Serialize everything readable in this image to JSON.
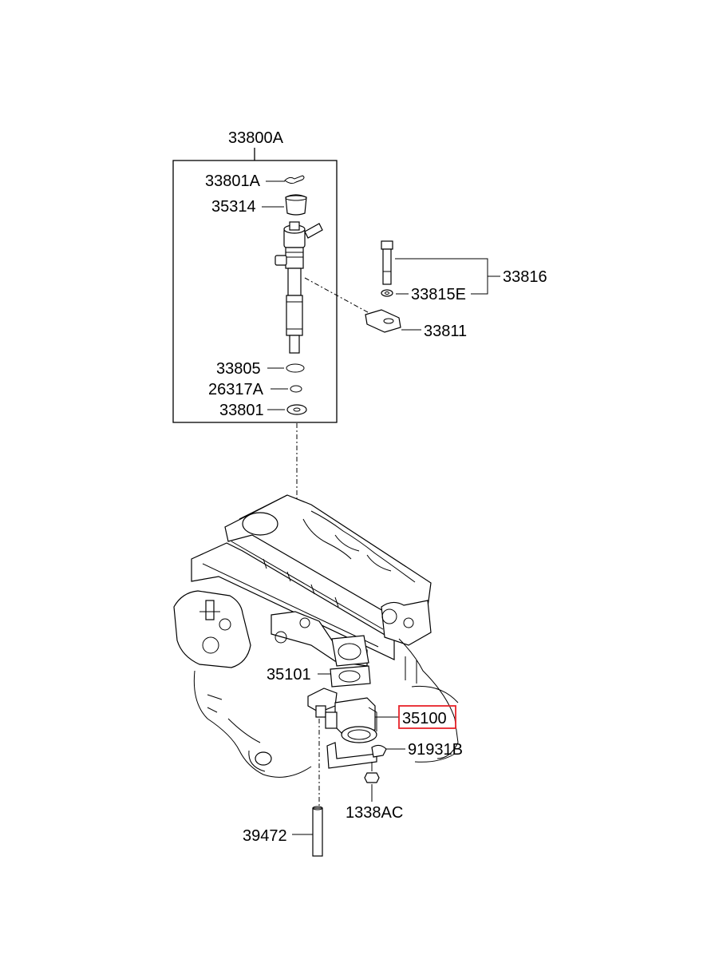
{
  "labels": {
    "assembly_injector": "33800A",
    "clip": "33801A",
    "sleeve": "35314",
    "bolt_assy": "33816",
    "washer_e": "33815E",
    "clamp": "33811",
    "oring_1": "33805",
    "oring_2": "26317A",
    "washer": "33801",
    "gasket": "35101",
    "throttle_body": "35100",
    "bracket": "91931B",
    "nut": "1338AC",
    "rod": "39472"
  },
  "highlight": {
    "label": "throttle_body",
    "color": "#e8232a"
  }
}
